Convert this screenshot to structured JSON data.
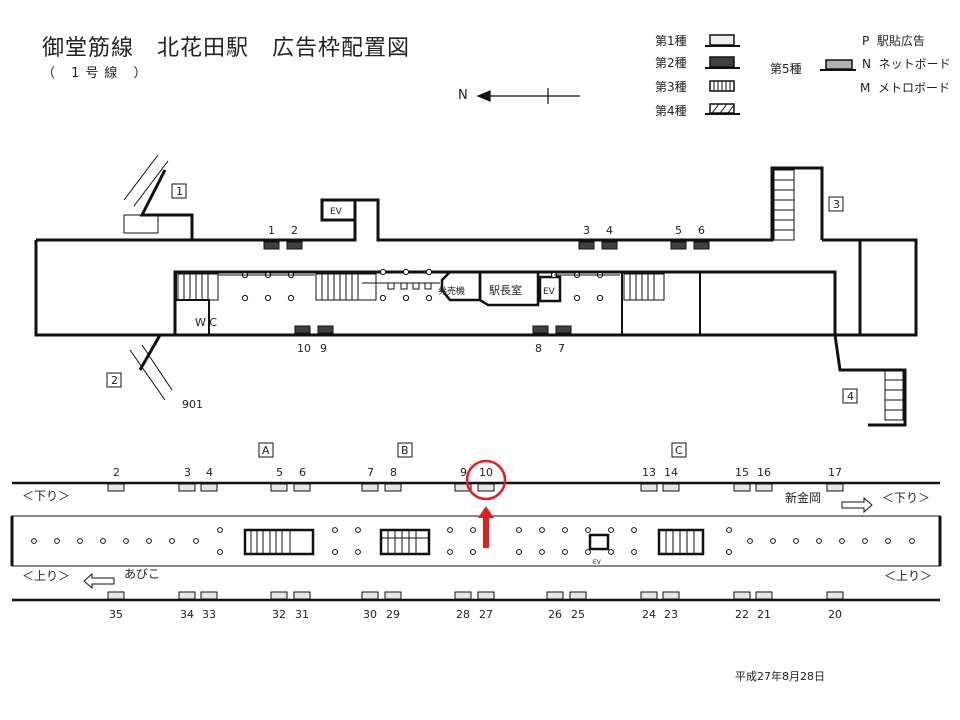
{
  "header": {
    "title": "御堂筋線　北花田駅　広告枠配置図",
    "subtitle": "（ 1号線 ）"
  },
  "legend": {
    "type1": "第1種",
    "type2": "第2種",
    "type3": "第3種",
    "type4": "第4種",
    "type5": "第5種",
    "p_key": "P",
    "p_label": "駅貼広告",
    "n_key": "N",
    "n_label": "ネットボード",
    "m_key": "M",
    "m_label": "メトロボード",
    "colors": {
      "type1": "#eeeeee",
      "type2": "#404040",
      "type5": "#b0b0b0"
    }
  },
  "compass": {
    "north": "N"
  },
  "concourse": {
    "exits": [
      "1",
      "2",
      "3",
      "4"
    ],
    "ev_label": "EV",
    "wc_label": "W C",
    "ticket_machine": "券売機",
    "station_office": "駅長室",
    "exit_901": "901",
    "ads_top": [
      "1",
      "2",
      "3",
      "4",
      "5",
      "6"
    ],
    "ads_bottom": [
      "10",
      "9",
      "8",
      "7"
    ]
  },
  "platform": {
    "cars": [
      "A",
      "B",
      "C"
    ],
    "down_label": "＜下り＞",
    "up_label": "＜上り＞",
    "shinkanaoka": "新金岡",
    "abiko": "あびこ",
    "ev_label": "EV",
    "ads_top": [
      "2",
      "3",
      "4",
      "5",
      "6",
      "7",
      "8",
      "9",
      "10",
      "13",
      "14",
      "15",
      "16",
      "17"
    ],
    "ads_bottom": [
      "35",
      "34",
      "33",
      "32",
      "31",
      "30",
      "29",
      "28",
      "27",
      "26",
      "25",
      "24",
      "23",
      "22",
      "21",
      "20"
    ],
    "highlight": "10",
    "highlight_color": "#e02020"
  },
  "footer": {
    "date": "平成27年8月28日"
  }
}
